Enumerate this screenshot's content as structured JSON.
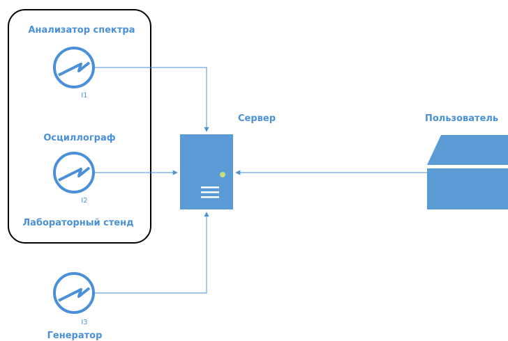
{
  "nodes": {
    "spectrum_analyzer": {
      "label": "Анализатор спектра",
      "id_label": "I1"
    },
    "oscilloscope": {
      "label": "Осциллограф",
      "id_label": "I2"
    },
    "generator": {
      "label": "Генератор",
      "id_label": "I3"
    },
    "server": {
      "label": "Сервер"
    },
    "user": {
      "label": "Пользователь"
    },
    "lab_stand": {
      "label": "Лабораторный стенд"
    }
  },
  "colors": {
    "accent": "#4a90d9",
    "server_fill": "#5b9bd5",
    "group_border": "#000000"
  }
}
